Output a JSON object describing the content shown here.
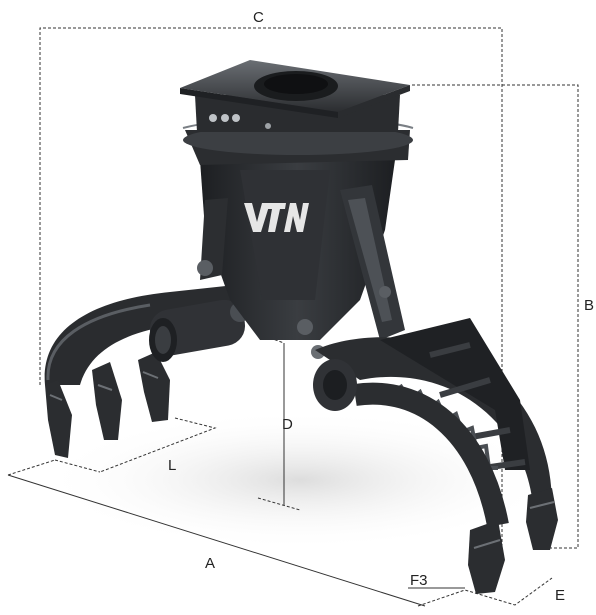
{
  "product": {
    "name": "VTN grapple",
    "logo_text": "VTN"
  },
  "dimensions": {
    "A": "A",
    "B": "B",
    "C": "C",
    "D": "D",
    "E": "E",
    "L": "L",
    "F3": "F3"
  },
  "colors": {
    "body": "#26282b",
    "body_mid": "#3a3d41",
    "body_light": "#55595e",
    "highlight": "#7a7f85",
    "dim_line": "#333333",
    "background": "#ffffff"
  }
}
